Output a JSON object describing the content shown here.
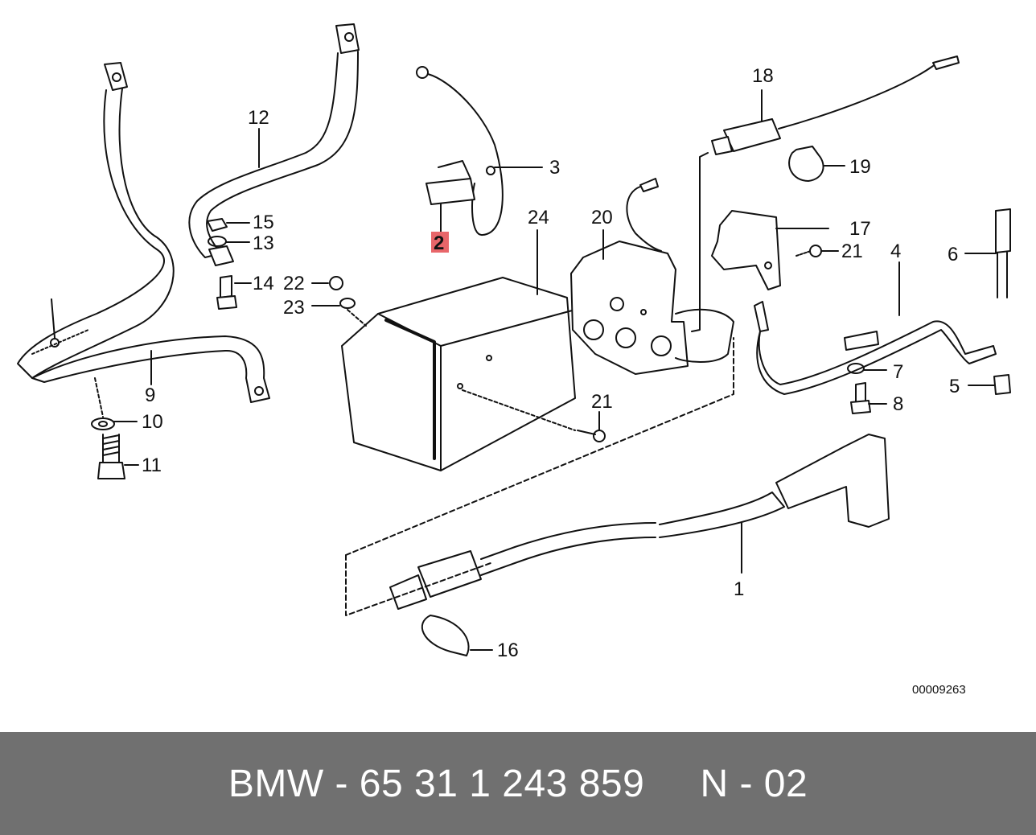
{
  "diagram": {
    "reference_number": "00009263",
    "highlight_color": "#e8666a",
    "highlighted_callout": "2",
    "callouts": {
      "c1": "1",
      "c2": "2",
      "c3": "3",
      "c4": "4",
      "c5": "5",
      "c6": "6",
      "c7": "7",
      "c8": "8",
      "c9": "9",
      "c10": "10",
      "c11": "11",
      "c12": "12",
      "c13": "13",
      "c14": "14",
      "c15": "15",
      "c16": "16",
      "c17": "17",
      "c18": "18",
      "c19": "19",
      "c20": "20",
      "c21a": "21",
      "c21b": "21",
      "c22": "22",
      "c23": "23",
      "c24": "24"
    }
  },
  "footer": {
    "text": "BMW - 65 31 1 243 859     N - 02",
    "background": "#707070"
  }
}
